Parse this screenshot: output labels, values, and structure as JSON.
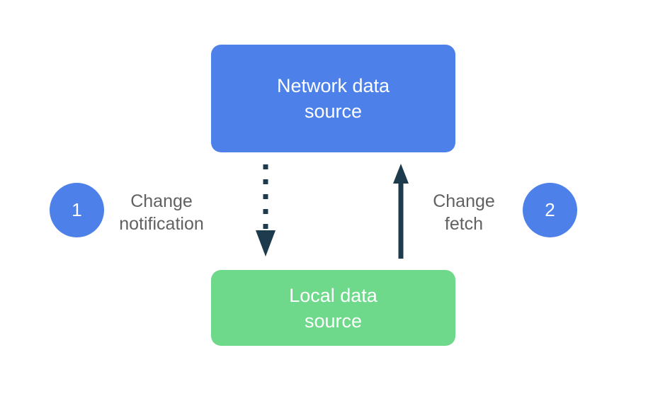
{
  "diagram": {
    "network_box": {
      "label": "Network data source",
      "line1": "Network data",
      "line2": "source"
    },
    "local_box": {
      "label": "Local data source",
      "line1": "Local data",
      "line2": "source"
    },
    "step1": {
      "number": "1",
      "label": "Change notification",
      "line1": "Change",
      "line2": "notification"
    },
    "step2": {
      "number": "2",
      "label": "Change fetch",
      "line1": "Change",
      "line2": "fetch"
    },
    "arrows": [
      {
        "name": "change-notification-arrow",
        "style": "dotted",
        "direction": "down",
        "from": "Network data source",
        "to": "Local data source"
      },
      {
        "name": "change-fetch-arrow",
        "style": "solid",
        "direction": "up",
        "from": "Local data source",
        "to": "Network data source"
      }
    ]
  },
  "colors": {
    "box_blue": "#4D81E9",
    "box_green": "#6ED88B",
    "circle_blue": "#4D81E9",
    "arrow_navy": "#1E3B4D",
    "label_gray": "#616161",
    "box_text": "#FFFFFF",
    "background": "#FFFFFF"
  }
}
